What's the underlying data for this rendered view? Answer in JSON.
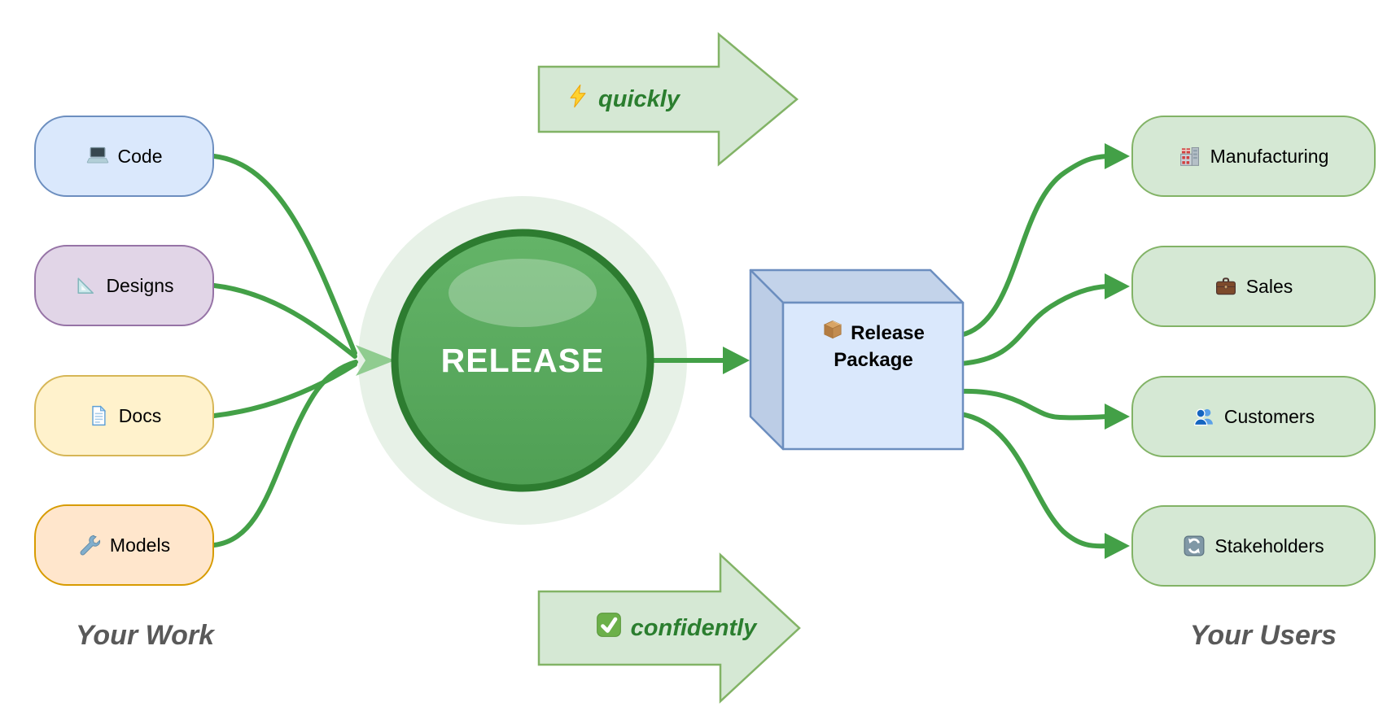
{
  "work_items": [
    {
      "label": "Code",
      "icon": "laptop-icon"
    },
    {
      "label": "Designs",
      "icon": "triangular-ruler-icon"
    },
    {
      "label": "Docs",
      "icon": "document-icon"
    },
    {
      "label": "Models",
      "icon": "wrench-icon"
    }
  ],
  "release": {
    "label": "RELEASE"
  },
  "package": {
    "icon": "package-icon",
    "line1": "Release",
    "line2": "Package"
  },
  "user_items": [
    {
      "label": "Manufacturing",
      "icon": "factory-icon"
    },
    {
      "label": "Sales",
      "icon": "briefcase-icon"
    },
    {
      "label": "Customers",
      "icon": "people-icon"
    },
    {
      "label": "Stakeholders",
      "icon": "sync-arrows-icon"
    }
  ],
  "banners": {
    "top": {
      "label": "quickly",
      "icon": "lightning-icon"
    },
    "bottom": {
      "label": "confidently",
      "icon": "check-mark-icon"
    }
  },
  "captions": {
    "work": "Your Work",
    "users": "Your Users"
  },
  "colors": {
    "edge_green": "#43a047",
    "converge_arrowhead": "#90cc90",
    "release_halo": "#e7f1e7",
    "release_ring": "#2d7c30",
    "release_fill_top": "#64b468",
    "release_fill_bottom": "#4f9f54",
    "banner_fill": "#d5e8d4",
    "banner_stroke": "#82b366",
    "banner_text": "#2b7e2f",
    "cube_front": "#dae8fc",
    "cube_side": "#c3d3ea",
    "cube_stroke": "#6c8ebf",
    "caption_text": "#595959",
    "node_code_fill": "#dae8fc",
    "node_designs_fill": "#e1d5e7",
    "node_docs_fill": "#fff2cc",
    "node_models_fill": "#ffe6cc",
    "node_users_fill": "#d5e8d4"
  }
}
